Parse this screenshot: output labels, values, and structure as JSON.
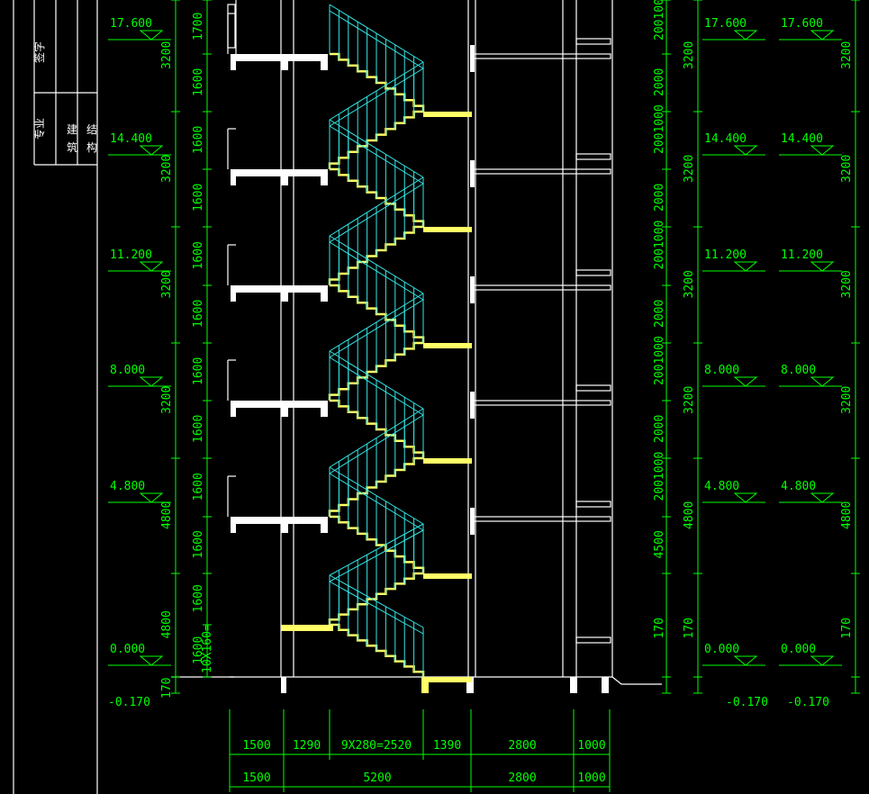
{
  "title_block": {
    "cells": [
      "签字",
      "专业",
      "建",
      "筑",
      "结",
      "构"
    ]
  },
  "elevations": {
    "left": [
      "17.600",
      "14.400",
      "11.200",
      "8.000",
      "4.800",
      "0.000",
      "-0.170"
    ],
    "right_a": [
      "17.600",
      "14.400",
      "11.200",
      "8.000",
      "4.800",
      "0.000",
      "-0.170"
    ],
    "right_b": [
      "17.600",
      "14.400",
      "11.200",
      "8.000",
      "4.800",
      "0.000",
      "-0.170"
    ]
  },
  "left_dims": {
    "outer": [
      "3200",
      "3200",
      "3200",
      "3200",
      "4800",
      "170"
    ],
    "inner": [
      "1700",
      "1600",
      "1600",
      "1600",
      "1600",
      "1600",
      "1600",
      "1600",
      "1600",
      "1600",
      "1600",
      "1600"
    ],
    "note": "10X160="
  },
  "right_dims": {
    "inner": [
      "2001000",
      "2000",
      "2001000",
      "2000",
      "2001000",
      "2000",
      "2001000",
      "2000",
      "2001000",
      "4500",
      "170"
    ],
    "mid": [
      "3200",
      "3200",
      "3200",
      "3200",
      "4800",
      "170"
    ],
    "outer": [
      "3200",
      "3200",
      "3200",
      "3200",
      "4800",
      "170"
    ]
  },
  "bottom_dims": {
    "row1": [
      "1500",
      "1290",
      "9X280=2520",
      "1390",
      "2800",
      "1000"
    ],
    "row2": [
      "1500",
      "5200",
      "2800",
      "1000"
    ]
  }
}
